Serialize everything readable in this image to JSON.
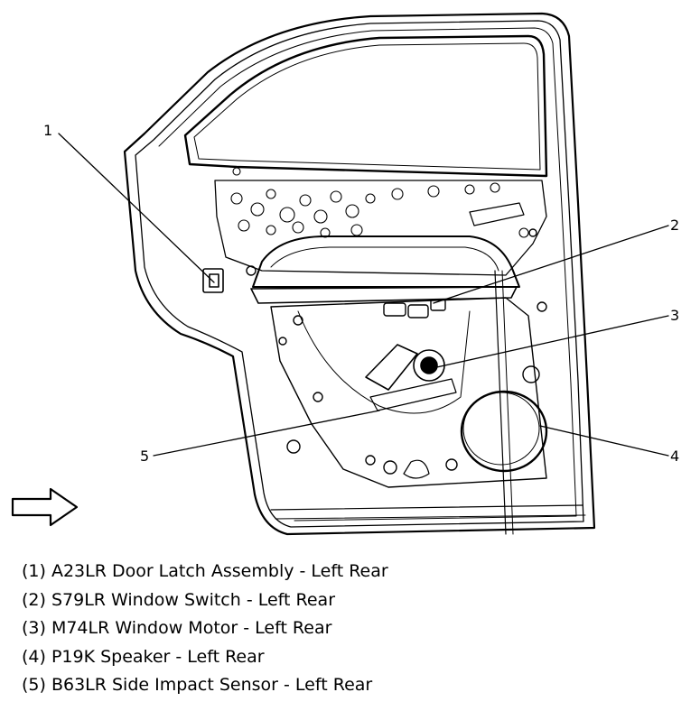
{
  "callouts": [
    {
      "number": "1"
    },
    {
      "number": "2"
    },
    {
      "number": "3"
    },
    {
      "number": "4"
    },
    {
      "number": "5"
    }
  ],
  "legend": [
    "(1) A23LR Door Latch Assembly - Left Rear",
    "(2) S79LR Window Switch - Left Rear",
    "(3) M74LR Window Motor - Left Rear",
    "(4) P19K Speaker - Left Rear",
    "(5) B63LR Side Impact Sensor - Left Rear"
  ],
  "icons": {
    "direction_arrow": "front-direction-arrow-icon"
  }
}
